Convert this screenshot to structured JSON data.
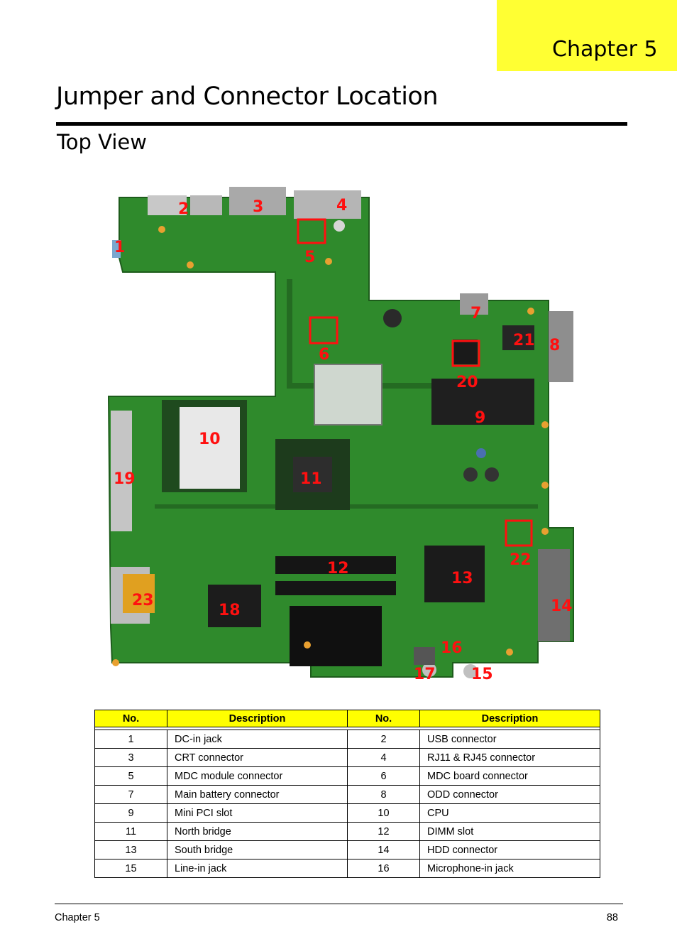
{
  "header": {
    "chapter_tab": "Chapter 5"
  },
  "page_title": "Jumper and Connector Location",
  "section_title": "Top View",
  "board": {
    "callouts": [
      "1",
      "2",
      "3",
      "4",
      "5",
      "6",
      "7",
      "8",
      "9",
      "10",
      "11",
      "12",
      "13",
      "14",
      "15",
      "16",
      "17",
      "18",
      "19",
      "20",
      "21",
      "22",
      "23"
    ]
  },
  "table": {
    "headers": [
      "No.",
      "Description",
      "No.",
      "Description"
    ],
    "rows": [
      [
        "1",
        "DC-in jack",
        "2",
        "USB connector"
      ],
      [
        "3",
        "CRT connector",
        "4",
        "RJ11 & RJ45 connector"
      ],
      [
        "5",
        "MDC module connector",
        "6",
        "MDC board connector"
      ],
      [
        "7",
        "Main battery connector",
        "8",
        "ODD connector"
      ],
      [
        "9",
        "Mini PCI slot",
        "10",
        "CPU"
      ],
      [
        "11",
        "North bridge",
        "12",
        "DIMM slot"
      ],
      [
        "13",
        "South bridge",
        "14",
        "HDD connector"
      ],
      [
        "15",
        "Line-in jack",
        "16",
        "Microphone-in jack"
      ]
    ]
  },
  "footer": {
    "left": "Chapter 5",
    "right": "88"
  },
  "colors": {
    "tab": "#ffff33",
    "header_fill": "#ffff00",
    "callout": "#ff1010",
    "pcb": "#2f8a2c"
  }
}
